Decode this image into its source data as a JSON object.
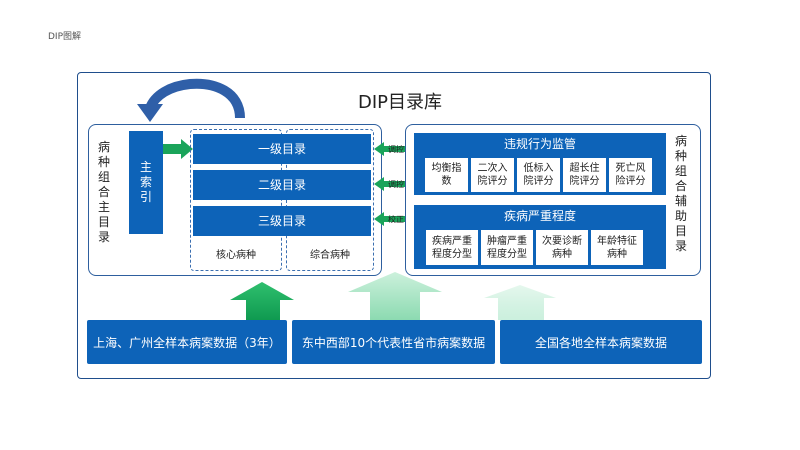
{
  "page_label": "DIP图解",
  "title": "DIP目录库",
  "left_panel": {
    "side_label": "病种组合主目录",
    "main_index": "主索引",
    "catalogs": [
      "一级目录",
      "二级目录",
      "三级目录"
    ],
    "sub_labels": [
      "核心病种",
      "综合病种"
    ]
  },
  "connectors": [
    "调控",
    "调控",
    "校正"
  ],
  "right_panel": {
    "side_label": "病种组合辅助目录",
    "sections": [
      {
        "header": "违规行为监管",
        "cells": [
          "均衡指数",
          "二次入院评分",
          "低标入院评分",
          "超长住院评分",
          "死亡风险评分"
        ]
      },
      {
        "header": "疾病严重程度",
        "cells": [
          "疾病严重程度分型",
          "肿瘤严重程度分型",
          "次要诊断病种",
          "年龄特征病种"
        ]
      }
    ]
  },
  "data_sources": [
    "上海、广州全样本病案数据（3年）",
    "东中西部10个代表性省市病案数据",
    "全国各地全样本病案数据"
  ],
  "colors": {
    "primary": "#0d63b8",
    "border": "#2e5f9e",
    "arrow_green": "#1aa45a",
    "arrow_light": "#9fe0bd",
    "loop_arrow": "#2f5fa8"
  }
}
